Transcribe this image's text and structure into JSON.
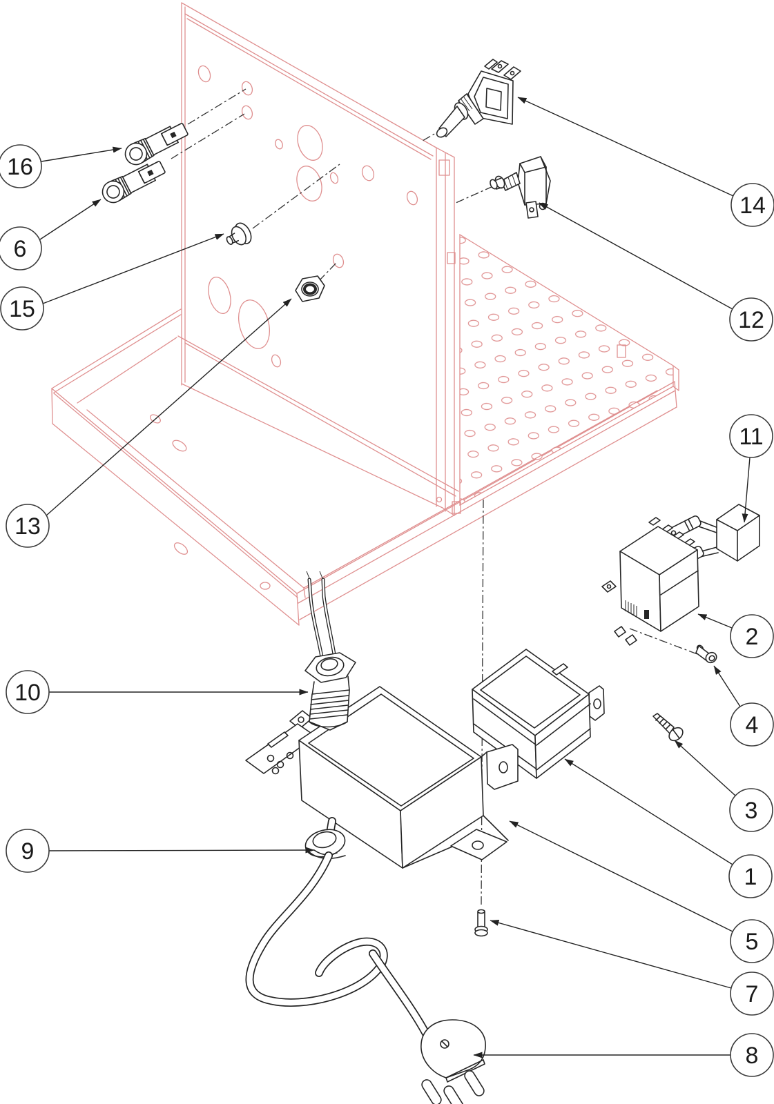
{
  "diagram": {
    "callouts": [
      {
        "label": "16"
      },
      {
        "label": "6"
      },
      {
        "label": "15"
      },
      {
        "label": "13"
      },
      {
        "label": "10"
      },
      {
        "label": "9"
      },
      {
        "label": "14"
      },
      {
        "label": "12"
      },
      {
        "label": "11"
      },
      {
        "label": "2"
      },
      {
        "label": "4"
      },
      {
        "label": "3"
      },
      {
        "label": "1"
      },
      {
        "label": "5"
      },
      {
        "label": "7"
      },
      {
        "label": "8"
      }
    ],
    "colors": {
      "bracket_outline": "#df8f8f",
      "part_outline": "#262626",
      "background": "#ffffff",
      "callout_stroke": "#3a3a3a"
    }
  }
}
